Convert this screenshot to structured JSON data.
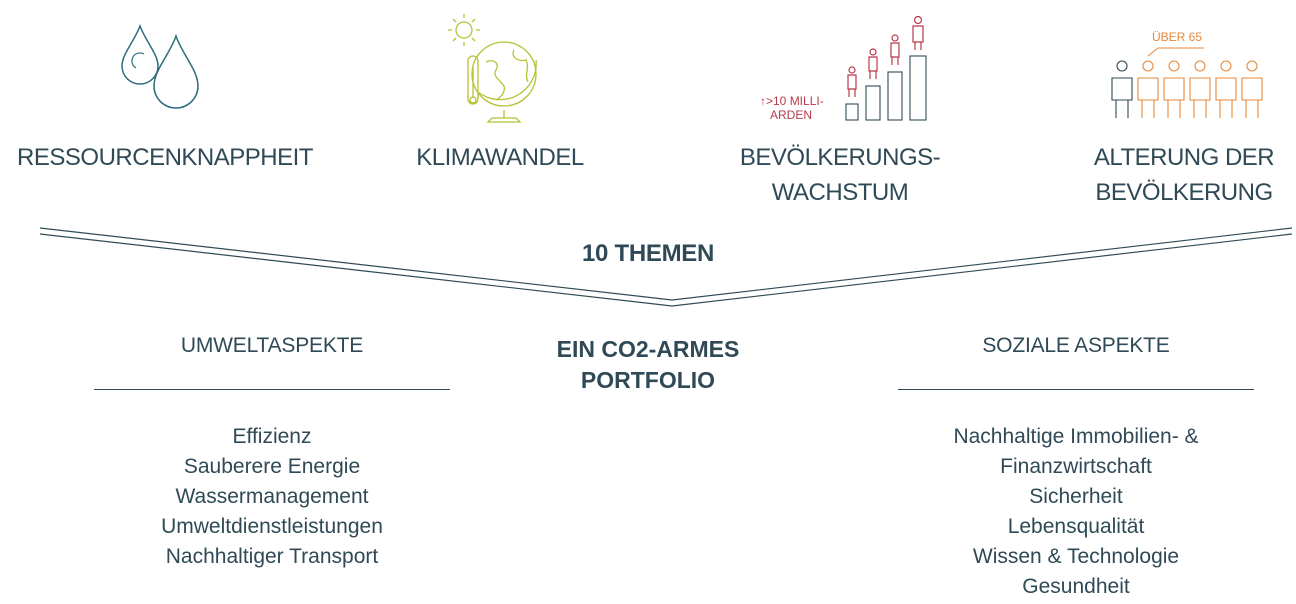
{
  "megatrends": [
    {
      "label_lines": [
        "RESSOURCENKNAPPHEIT"
      ],
      "icon": "water-drops-icon"
    },
    {
      "label_lines": [
        "KLIMAWANDEL"
      ],
      "icon": "globe-sun-thermometer-icon"
    },
    {
      "label_lines": [
        "BEVÖLKERUNGS-",
        "WACHSTUM"
      ],
      "icon": "population-growth-icon"
    },
    {
      "label_lines": [
        "ALTERUNG DER",
        "BEVÖLKERUNG"
      ],
      "icon": "aging-population-icon"
    }
  ],
  "population_annotation": [
    "↑>10 MILLI-",
    "ARDEN"
  ],
  "aging_annotation": "ÜBER 65",
  "themes_label": "10 THEMEN",
  "center": {
    "lines": [
      "EIN CO2-ARMES",
      "PORTFOLIO"
    ]
  },
  "environmental": {
    "title": "UMWELTASPEKTE",
    "items": [
      "Effizienz",
      "Sauberere Energie",
      "Wassermanagement",
      "Umweltdienstleistungen",
      "Nachhaltiger Transport"
    ]
  },
  "social": {
    "title": "SOZIALE ASPEKTE",
    "items": [
      "Nachhaltige Immobilien- &",
      "Finanzwirtschaft",
      "Sicherheit",
      "Lebensqualität",
      "Wissen & Technologie",
      "Gesundheit"
    ]
  },
  "colors": {
    "text": "#2f4a56",
    "water": "#2f6b7e",
    "climate": "#b5c234",
    "population": "#b83a4b",
    "aging": "#e6893c"
  }
}
